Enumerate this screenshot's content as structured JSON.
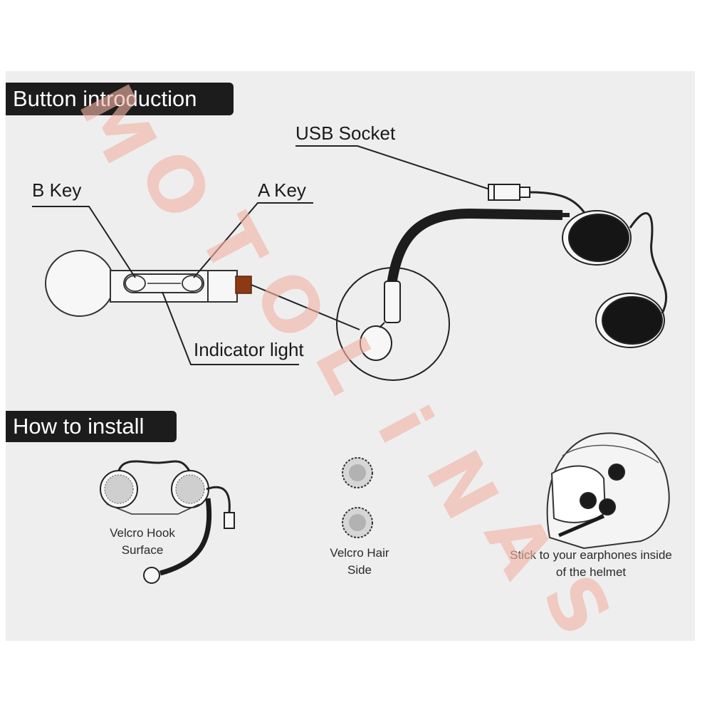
{
  "sections": {
    "button_intro": "Button introduction",
    "how_to_install": "How to install"
  },
  "labels": {
    "usb_socket": "USB Socket",
    "b_key": "B Key",
    "a_key": "A Key",
    "indicator_light": "Indicator light",
    "velcro_hook": [
      "Velcro Hook",
      "Surface"
    ],
    "velcro_hair": [
      "Velcro Hair",
      "Side"
    ],
    "stick_note": [
      "Stick to your earphones inside",
      "of the helmet"
    ]
  },
  "watermark": "MOTOLiNAS",
  "colors": {
    "banner_bg": "#1c1c1c",
    "indicator": "#8b3a14",
    "watermark": "#f2b3a6",
    "panel_bg": "#eeeeee"
  }
}
